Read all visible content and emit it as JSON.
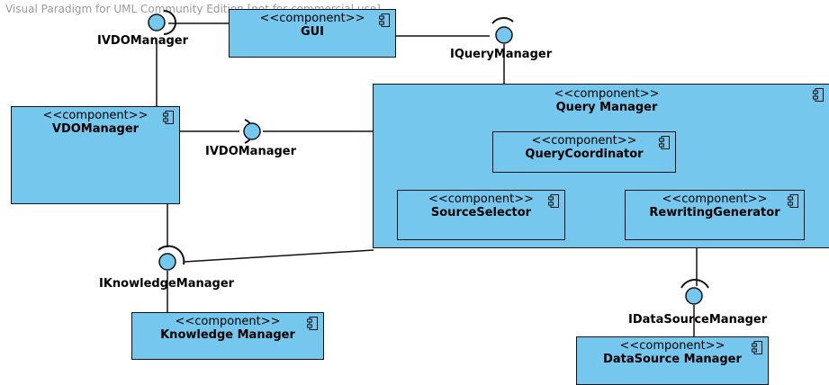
{
  "watermark": "Visual Paradigm for UML Community Edition [not for commercial use]",
  "stereotype": "<<component>>",
  "components": {
    "gui": "GUI",
    "vdo": "VDOManager",
    "query": "Query Manager",
    "coordinator": "QueryCoordinator",
    "selector": "SourceSelector",
    "rewriting": "RewritingGenerator",
    "knowledge": "Knowledge Manager",
    "datasource": "DataSource Manager"
  },
  "interfaces": {
    "ivdo_top": "IVDOManager",
    "ivdo_mid": "IVDOManager",
    "iquery": "IQueryManager",
    "iknowledge": "IKnowledgeManager",
    "idatasource": "IDataSourceManager"
  },
  "colors": {
    "component_fill": "#75c7ee",
    "stroke": "#111111"
  }
}
